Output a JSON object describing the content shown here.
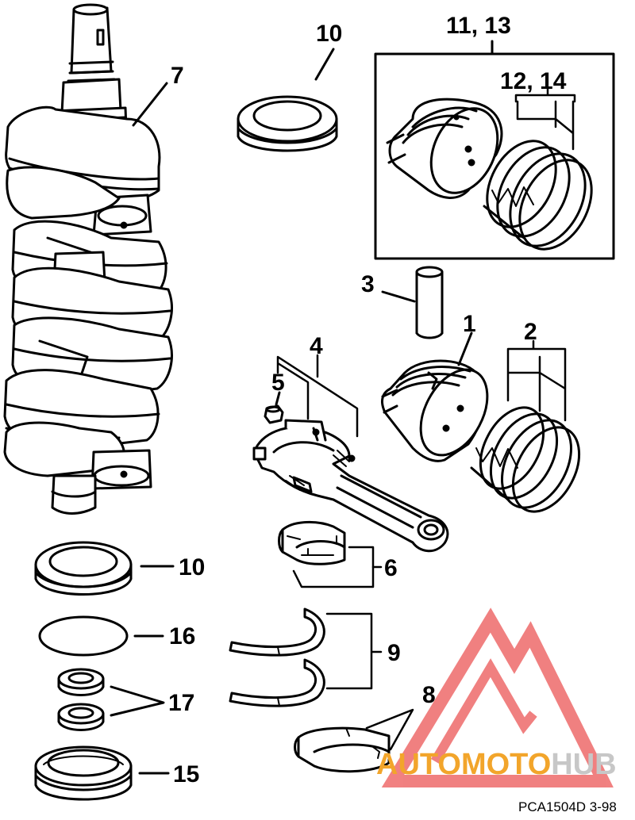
{
  "callouts": {
    "c1": "1",
    "c2": "2",
    "c3": "3",
    "c4": "4",
    "c5": "5",
    "c6": "6",
    "c7": "7",
    "c8": "8",
    "c9": "9",
    "c10_top": "10",
    "c10_left": "10",
    "c11_13": "11, 13",
    "c12_14": "12, 14",
    "c15": "15",
    "c16": "16",
    "c17": "17"
  },
  "footer": {
    "figure_code": "PCA1504D  3-98"
  },
  "watermark": {
    "auto": "AUTO",
    "moto": "MOTO",
    "hub": "HUB",
    "colors": {
      "auto": "#f2a52b",
      "moto": "#f2a52b",
      "hub": "#c7c7c7",
      "triangle": "#ee6b6b"
    }
  }
}
